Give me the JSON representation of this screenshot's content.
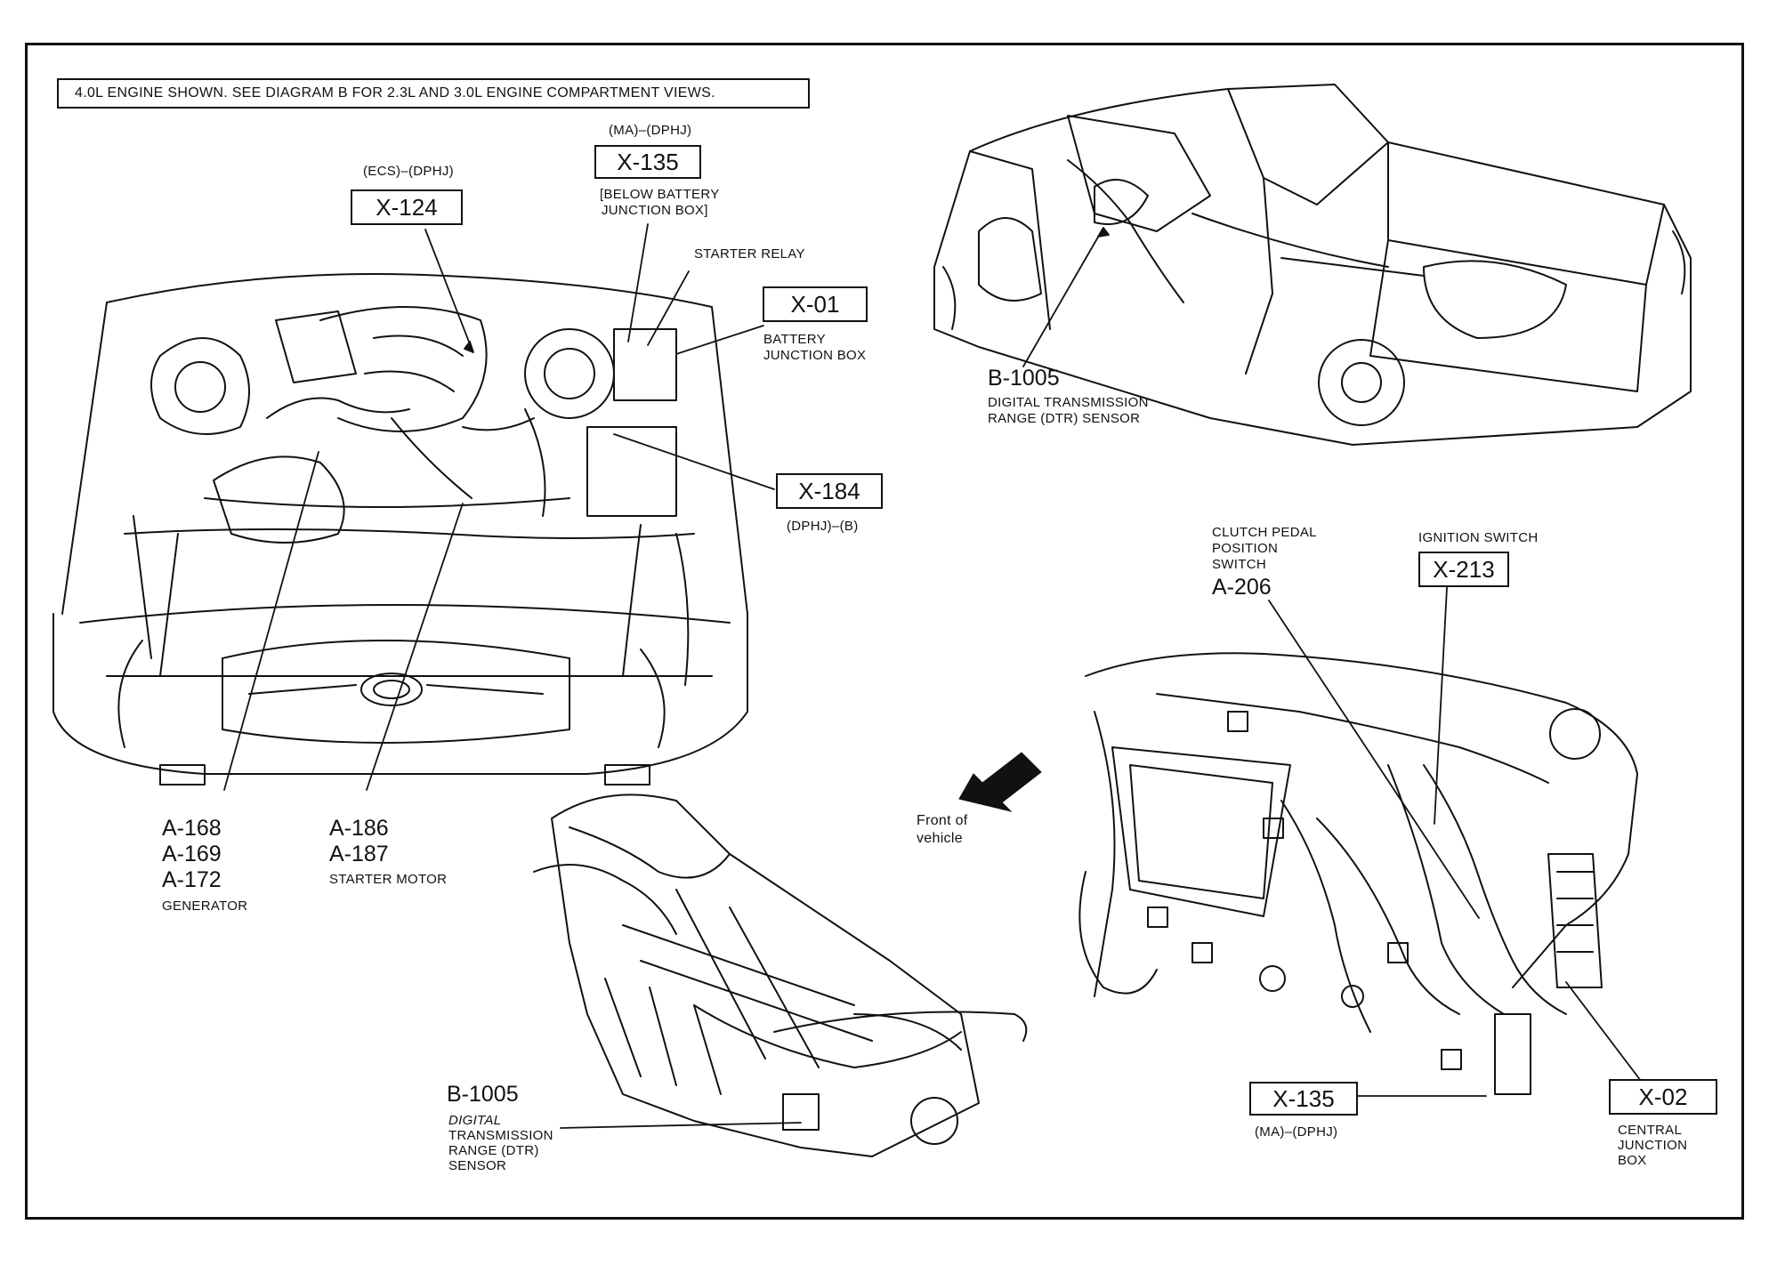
{
  "header_note": "4.0L ENGINE SHOWN. SEE DIAGRAM B FOR 2.3L AND 3.0L ENGINE COMPARTMENT VIEWS.",
  "connectors": {
    "x124": {
      "code": "(ECS)–(DPHJ)",
      "id": "X-124"
    },
    "x135_top": {
      "code": "(MA)–(DPHJ)",
      "id": "X-135",
      "note_1": "[BELOW BATTERY",
      "note_2": "JUNCTION BOX]"
    },
    "starter_relay": "STARTER RELAY",
    "x01": {
      "id": "X-01",
      "desc_1": "BATTERY",
      "desc_2": "JUNCTION BOX"
    },
    "x184": {
      "id": "X-184",
      "code": "(DPHJ)–(B)"
    },
    "b1005_top": {
      "id": "B-1005",
      "desc_1": "DIGITAL TRANSMISSION",
      "desc_2": "RANGE (DTR) SENSOR"
    },
    "clutch": {
      "desc_1": "CLUTCH PEDAL",
      "desc_2": "POSITION",
      "desc_3": "SWITCH",
      "id": "A-206"
    },
    "ignition": {
      "desc": "IGNITION SWITCH",
      "id": "X-213"
    },
    "generator": {
      "ids": [
        "A-168",
        "A-169",
        "A-172"
      ],
      "desc": "GENERATOR"
    },
    "starter_motor": {
      "ids": [
        "A-186",
        "A-187"
      ],
      "desc": "STARTER MOTOR"
    },
    "front_of_vehicle": {
      "line_1": "Front  of",
      "line_2": "vehicle"
    },
    "b1005_bottom": {
      "id": "B-1005",
      "desc_1": "DIGITAL",
      "desc_2": "TRANSMISSION",
      "desc_3": "RANGE (DTR)",
      "desc_4": "SENSOR"
    },
    "x135_bottom": {
      "id": "X-135",
      "code": "(MA)–(DPHJ)"
    },
    "x02": {
      "id": "X-02",
      "desc_1": "CENTRAL",
      "desc_2": "JUNCTION",
      "desc_3": "BOX"
    }
  },
  "colors": {
    "ink": "#111111",
    "paper": "#ffffff"
  },
  "icons": [
    "arrow-left-down-icon"
  ]
}
